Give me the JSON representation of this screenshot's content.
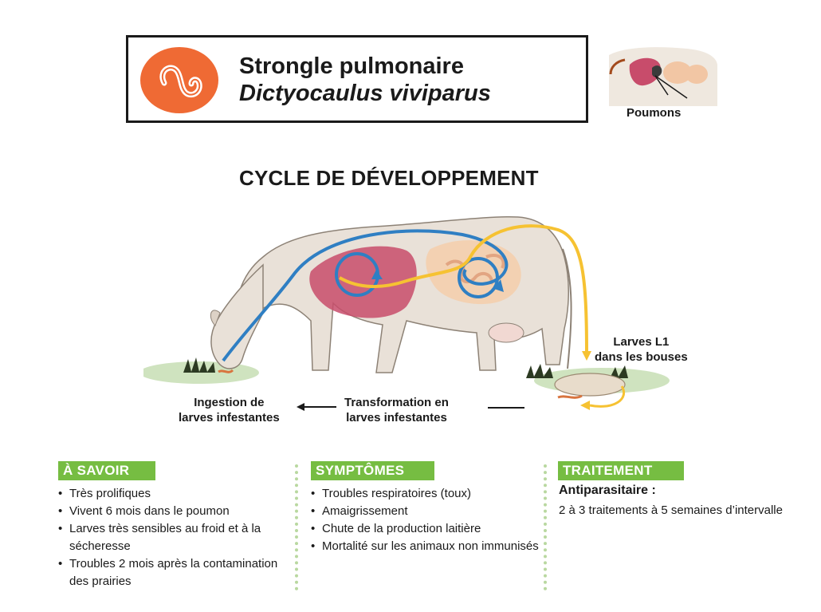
{
  "header": {
    "title_common": "Strongle pulmonaire",
    "title_latin": "Dictyocaulus viviparus",
    "logo_icon": "worm-icon",
    "logo_color": "#ef6a34",
    "thumbnail_label": "Poumons"
  },
  "cycle": {
    "title": "CYCLE DE DÉVELOPPEMENT",
    "label_ingestion": [
      "Ingestion de",
      "larves infestantes"
    ],
    "label_transformation": [
      "Transformation en",
      "larves infestantes"
    ],
    "label_larves": [
      "Larves L1",
      "dans les bouses"
    ],
    "arrow_colors": {
      "blue": "#2f7fc3",
      "yellow": "#f6c232"
    }
  },
  "savoir": {
    "title": "À SAVOIR",
    "items": [
      "Très prolifiques",
      "Vivent 6 mois dans le poumon",
      "Larves très sensibles au froid et à la sécheresse",
      "Troubles 2 mois après la contamination des prairies"
    ]
  },
  "symptomes": {
    "title": "SYMPTÔMES",
    "items": [
      "Troubles respiratoires (toux)",
      "Amaigrissement",
      "Chute de la production laitière",
      "Mortalité sur les animaux non immunisés"
    ]
  },
  "traitement": {
    "title": "TRAITEMENT",
    "subtitle": "Antiparasitaire :",
    "text": "2 à 3 traitements à 5 semaines d’intervalle"
  },
  "theme": {
    "section_green": "#76bd42",
    "separator_green": "#b9d8a0"
  }
}
